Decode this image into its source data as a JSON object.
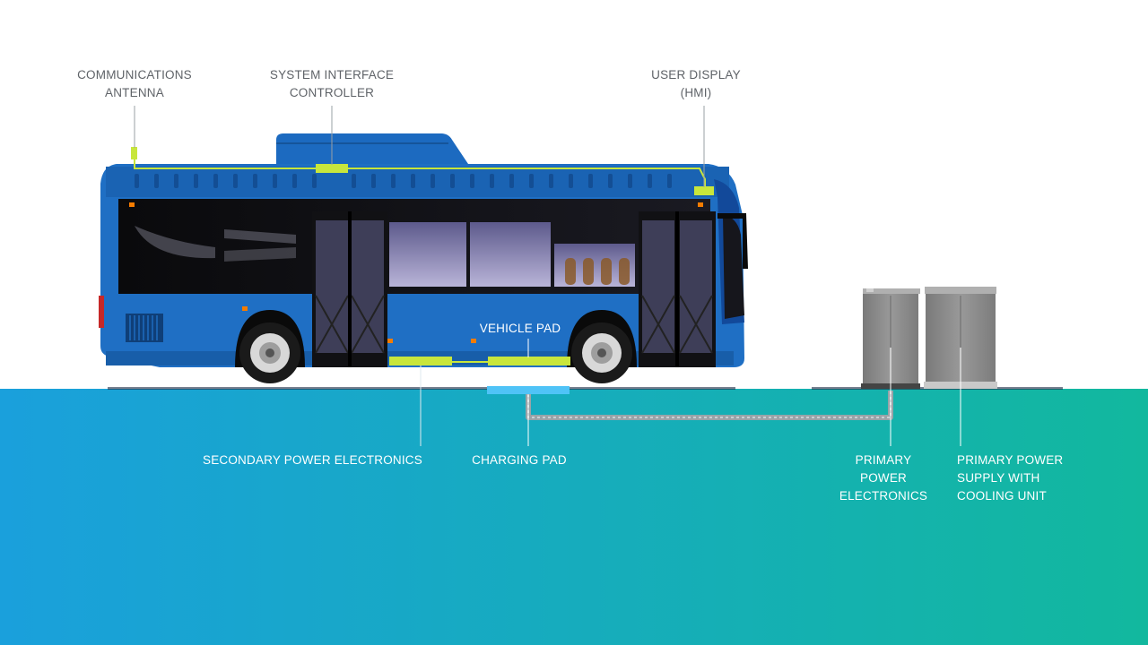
{
  "diagram": {
    "labels": {
      "communications_antenna": [
        "COMMUNICATIONS",
        "ANTENNA"
      ],
      "system_interface_controller": [
        "SYSTEM INTERFACE",
        "CONTROLLER"
      ],
      "user_display": [
        "USER DISPLAY",
        "(HMI)"
      ],
      "vehicle_pad": "VEHICLE PAD",
      "secondary_power_electronics": "SECONDARY POWER ELECTRONICS",
      "charging_pad": "CHARGING PAD",
      "primary_power_electronics": [
        "PRIMARY",
        "POWER",
        "ELECTRONICS"
      ],
      "primary_power_supply": [
        "PRIMARY POWER",
        "SUPPLY WITH",
        "COOLING UNIT"
      ]
    },
    "colors": {
      "bus_body": "#1f6fc4",
      "bus_dark": "#15549a",
      "window": "#0c0c0e",
      "highlight": "#c8e63c",
      "charging_pad": "#4fc3f7",
      "ground_left": "#1aa0dc",
      "ground_right": "#12b89e",
      "cabinet": "#8a8a8a",
      "label_text": "#5f6368"
    }
  }
}
